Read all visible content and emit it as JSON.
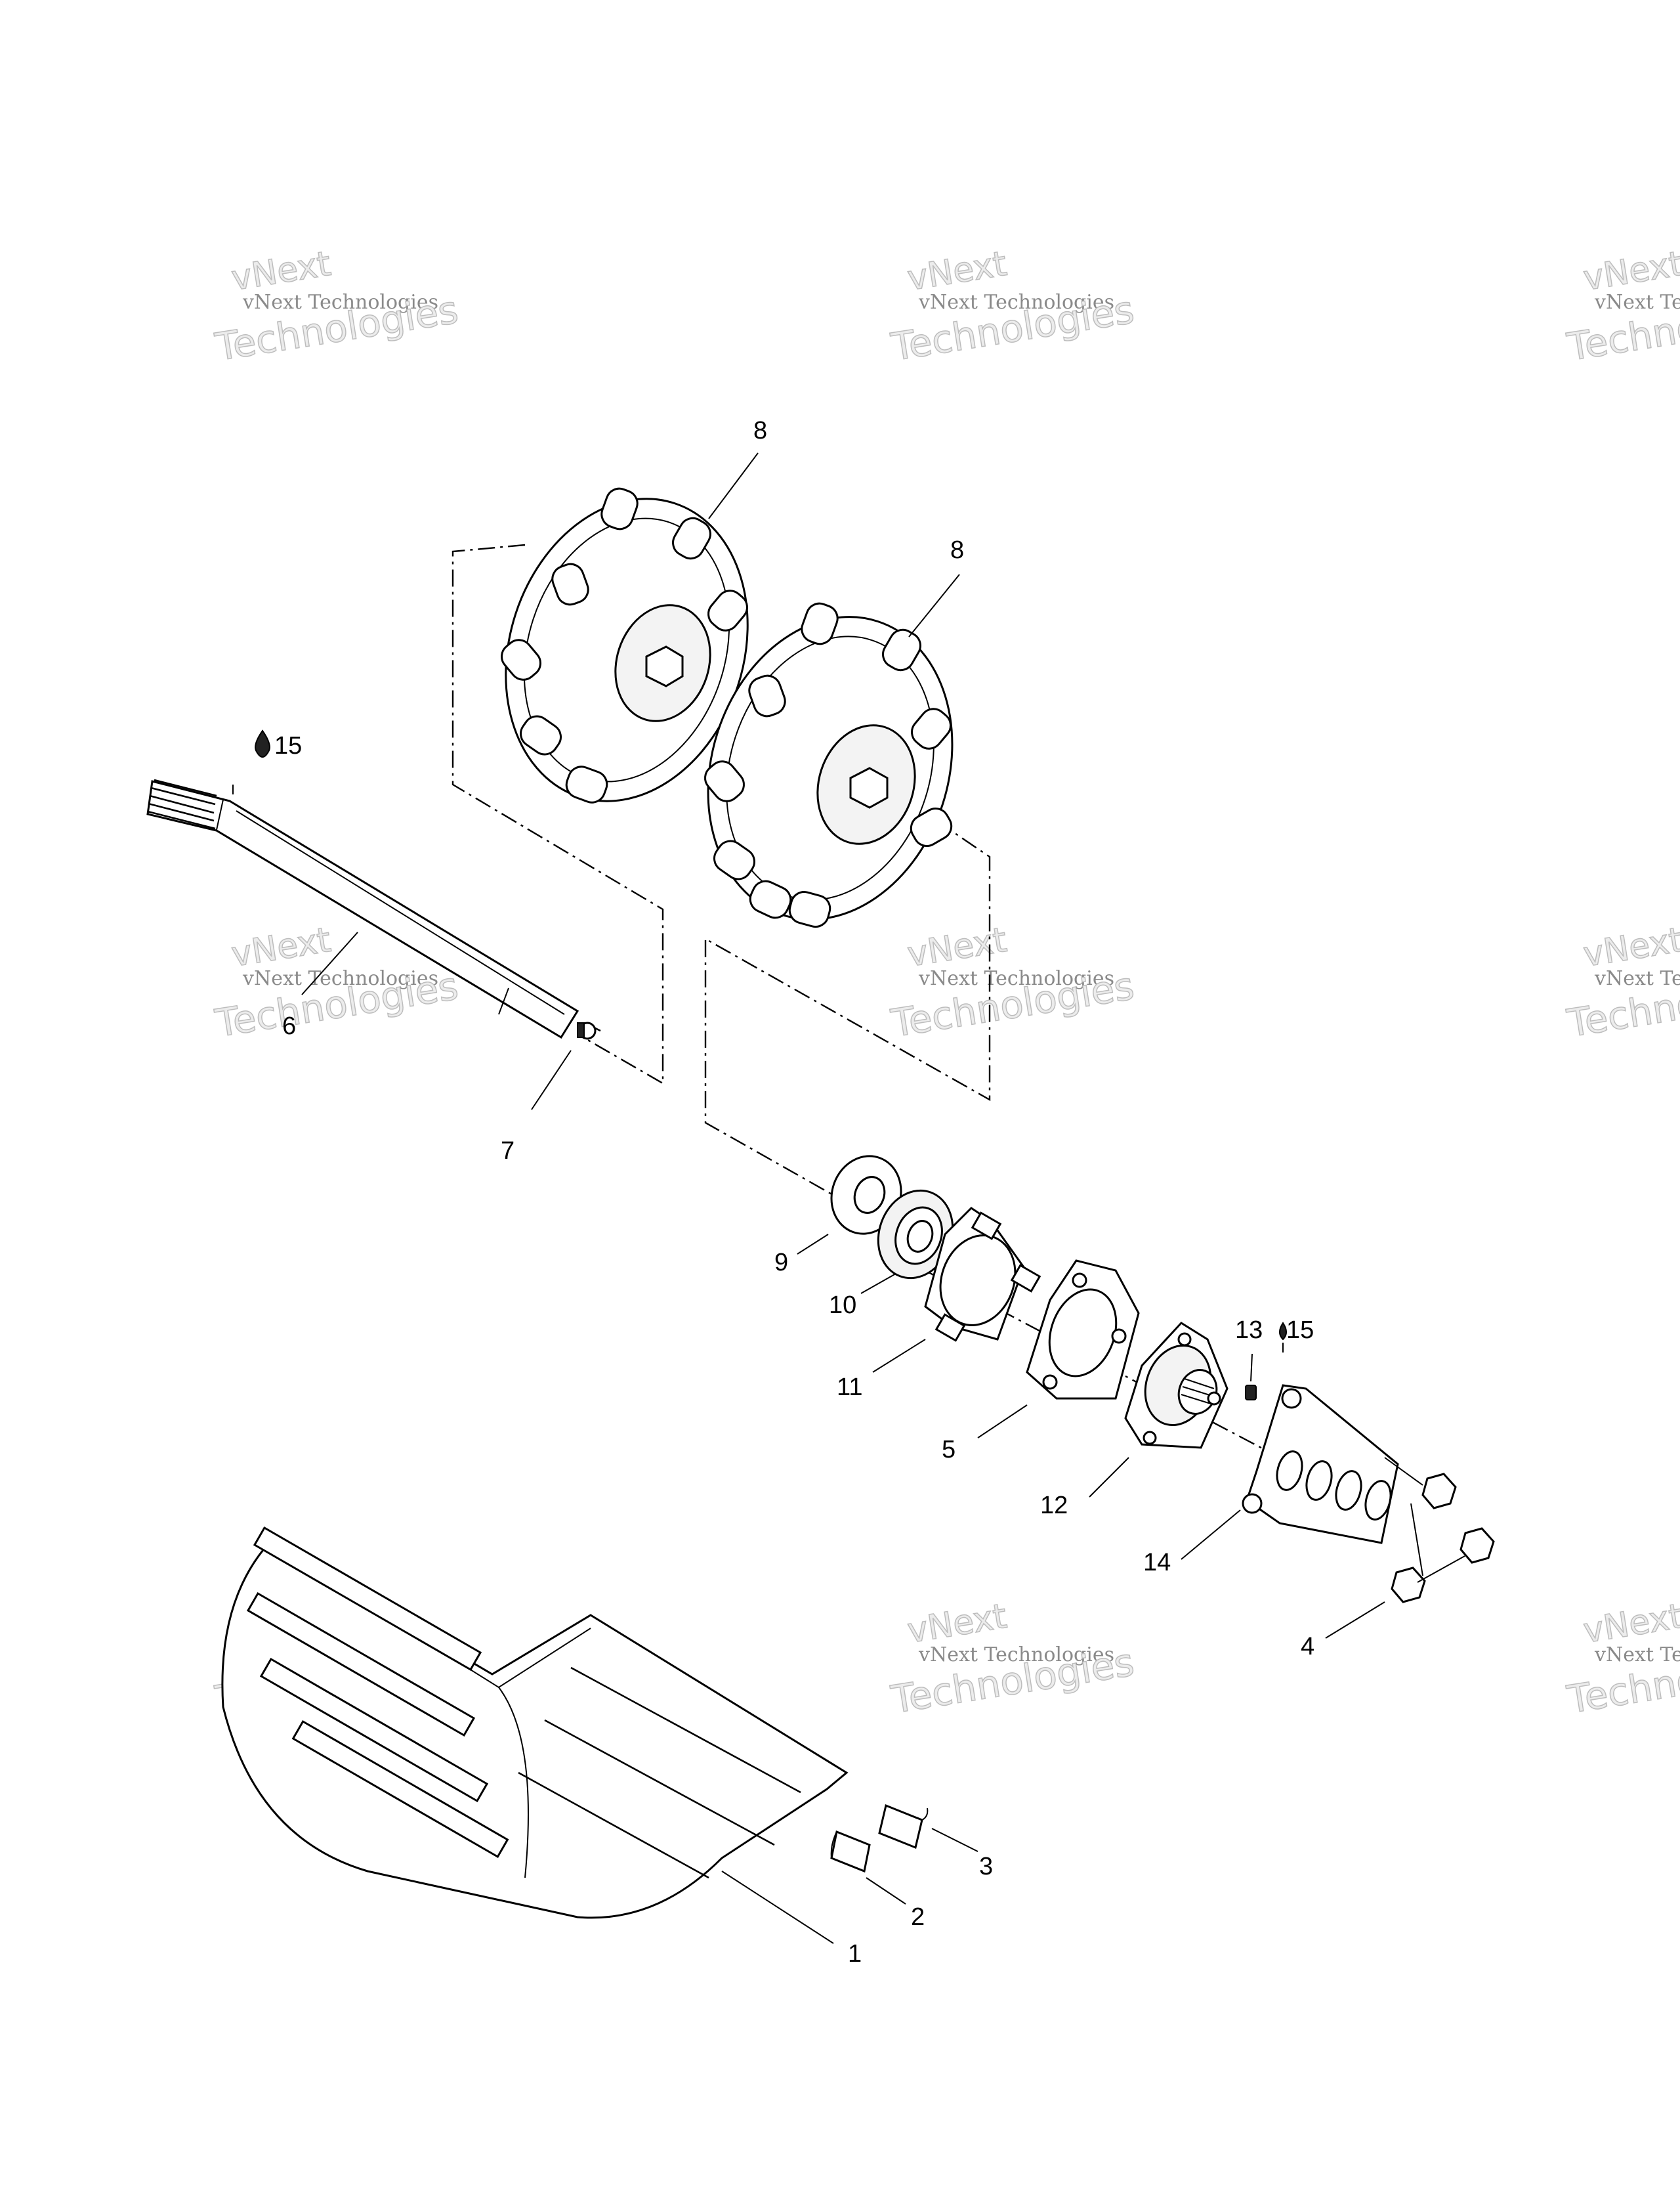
{
  "watermark": {
    "line1": "vNext",
    "line2": "vNext Technologies",
    "line3": "Technologies"
  },
  "callouts": [
    {
      "id": "c8a",
      "label": "8"
    },
    {
      "id": "c8b",
      "label": "8"
    },
    {
      "id": "c15a",
      "label": "15"
    },
    {
      "id": "c6",
      "label": "6"
    },
    {
      "id": "c7",
      "label": "7"
    },
    {
      "id": "c9",
      "label": "9"
    },
    {
      "id": "c10",
      "label": "10"
    },
    {
      "id": "c11",
      "label": "11"
    },
    {
      "id": "c5",
      "label": "5"
    },
    {
      "id": "c12",
      "label": "12"
    },
    {
      "id": "c13",
      "label": "13"
    },
    {
      "id": "c15b",
      "label": "15"
    },
    {
      "id": "c14",
      "label": "14"
    },
    {
      "id": "c4",
      "label": "4"
    },
    {
      "id": "c3",
      "label": "3"
    },
    {
      "id": "c2",
      "label": "2"
    },
    {
      "id": "c1",
      "label": "1"
    }
  ],
  "icons": {
    "lubricant": "oil-drop-icon"
  }
}
